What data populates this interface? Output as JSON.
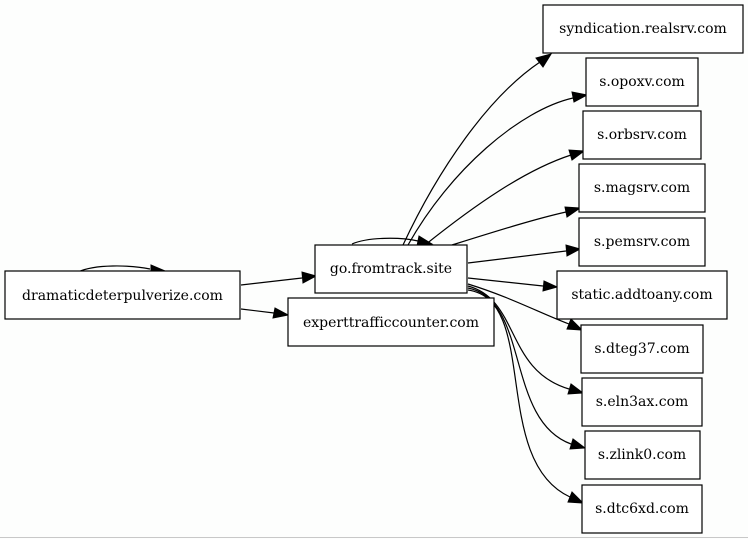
{
  "nodes": {
    "dramatic": "dramaticdeterpulverize.com",
    "go": "go.fromtrack.site",
    "expert": "experttrafficcounter.com",
    "syndication": "syndication.realsrv.com",
    "opoxv": "s.opoxv.com",
    "orbsrv": "s.orbsrv.com",
    "magsrv": "s.magsrv.com",
    "pemsrv": "s.pemsrv.com",
    "addtoany": "static.addtoany.com",
    "dteg37": "s.dteg37.com",
    "eln3ax": "s.eln3ax.com",
    "zlink0": "s.zlink0.com",
    "dtc6xd": "s.dtc6xd.com"
  },
  "edges": [
    [
      "dramatic",
      "dramatic"
    ],
    [
      "dramatic",
      "go"
    ],
    [
      "dramatic",
      "expert"
    ],
    [
      "go",
      "go"
    ],
    [
      "go",
      "syndication"
    ],
    [
      "go",
      "opoxv"
    ],
    [
      "go",
      "orbsrv"
    ],
    [
      "go",
      "magsrv"
    ],
    [
      "go",
      "pemsrv"
    ],
    [
      "go",
      "addtoany"
    ],
    [
      "go",
      "dteg37"
    ],
    [
      "go",
      "eln3ax"
    ],
    [
      "go",
      "zlink0"
    ],
    [
      "go",
      "dtc6xd"
    ]
  ]
}
